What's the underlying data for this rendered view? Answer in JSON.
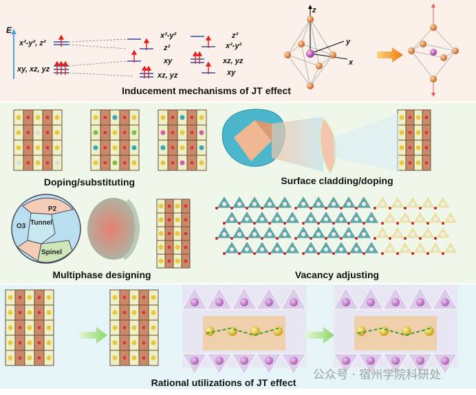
{
  "panels": {
    "inducement": {
      "title": "Inducement mechanisms of JT effect",
      "energy_axis": "E",
      "degenerate_levels": {
        "eg": "x²-y², z²",
        "t2g": "xy, xz, yz"
      },
      "elongation_levels": [
        "x²-y²",
        "z²",
        "xy",
        "xz, yz"
      ],
      "compression_levels": [
        "z²",
        "x²-y²",
        "xz, yz",
        "xy"
      ],
      "axes": {
        "z": "z",
        "y": "y",
        "x": "x"
      }
    },
    "doping": {
      "title": "Doping/substituting"
    },
    "cladding": {
      "title": "Surface cladding/doping"
    },
    "multiphase": {
      "title": "Multiphase designing",
      "phases": [
        "P2",
        "O3",
        "Tunnel",
        "Spinel"
      ]
    },
    "vacancy": {
      "title": "Vacancy adjusting"
    },
    "rational": {
      "title": "Rational utilizations of JT effect"
    }
  },
  "watermark": "公众号 · 宿州学院科研处",
  "colors": {
    "top_bg": "#fcf0ea",
    "mid_bg": "#eef7e9",
    "bottom_bg": "#e5f5f7",
    "level_blue": "#2c4aa0",
    "spin_red": "#e0201c",
    "arrow_orange": "#f29b1d"
  }
}
